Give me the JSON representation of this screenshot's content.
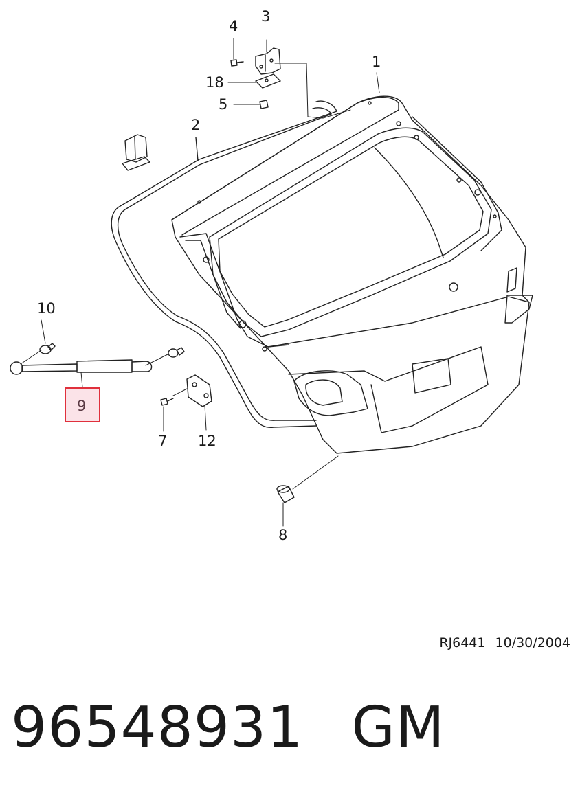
{
  "callouts": {
    "c1": "1",
    "c2": "2",
    "c3": "3",
    "c4": "4",
    "c5": "5",
    "c7": "7",
    "c8": "8",
    "c9": "9",
    "c10": "10",
    "c12": "12",
    "c18": "18"
  },
  "highlight": {
    "callout": "9",
    "fill": "#fbe3e8",
    "stroke": "#e0303c"
  },
  "drawing_ref": {
    "code": "RJ6441",
    "date": "10/30/2004"
  },
  "part": {
    "number": "96548931",
    "brand": "GM"
  }
}
